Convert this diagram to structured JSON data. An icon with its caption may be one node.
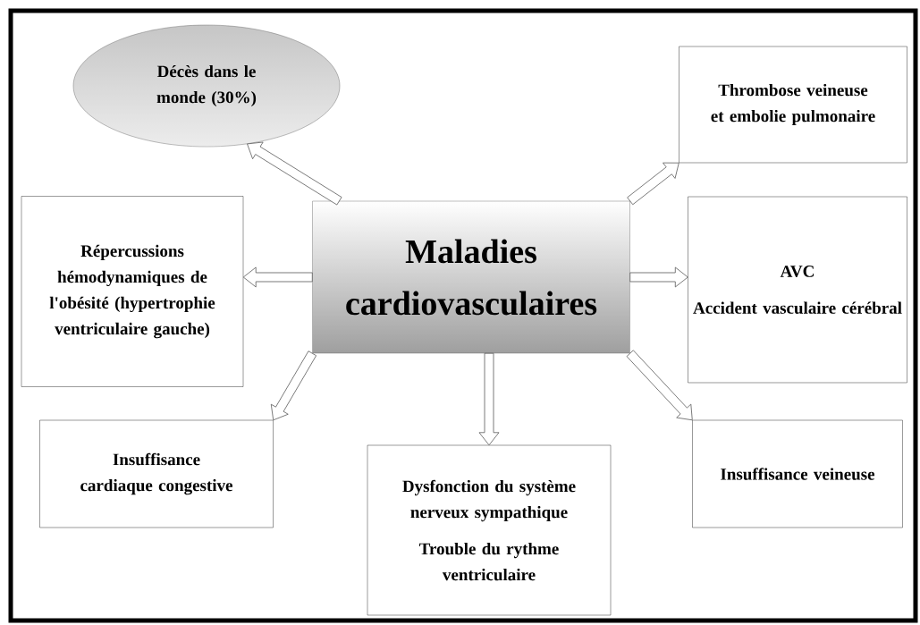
{
  "diagram": {
    "nodes": [
      {
        "text": [
          "Décès dans le monde (30%)"
        ]
      },
      {
        "text": [
          "Thrombose veineuse et embolie pulmonaire"
        ]
      },
      {
        "text": [
          "Répercussions hémodynamiques de l'obésité (hypertrophie ventriculaire gauche)"
        ]
      },
      {
        "text": [
          "Maladies cardiovasculaires"
        ]
      },
      {
        "text": [
          "AVC",
          "Accident vasculaire cérébral"
        ]
      },
      {
        "text": [
          "Insuffisance cardiaque congestive"
        ]
      },
      {
        "text": [
          "Dysfonction du système nerveux sympathique",
          "Trouble du rythme ventriculaire"
        ]
      },
      {
        "text": [
          "Insuffisance veineuse"
        ]
      }
    ],
    "edges": [
      {
        "from": 3,
        "to": 0,
        "arrow": "to"
      },
      {
        "from": 3,
        "to": 1,
        "arrow": "to"
      },
      {
        "from": 3,
        "to": 2,
        "arrow": "to"
      },
      {
        "from": 3,
        "to": 4,
        "arrow": "to"
      },
      {
        "from": 3,
        "to": 5,
        "arrow": "to"
      },
      {
        "from": 3,
        "to": 6,
        "arrow": "to"
      },
      {
        "from": 3,
        "to": 7,
        "arrow": "to"
      }
    ]
  }
}
